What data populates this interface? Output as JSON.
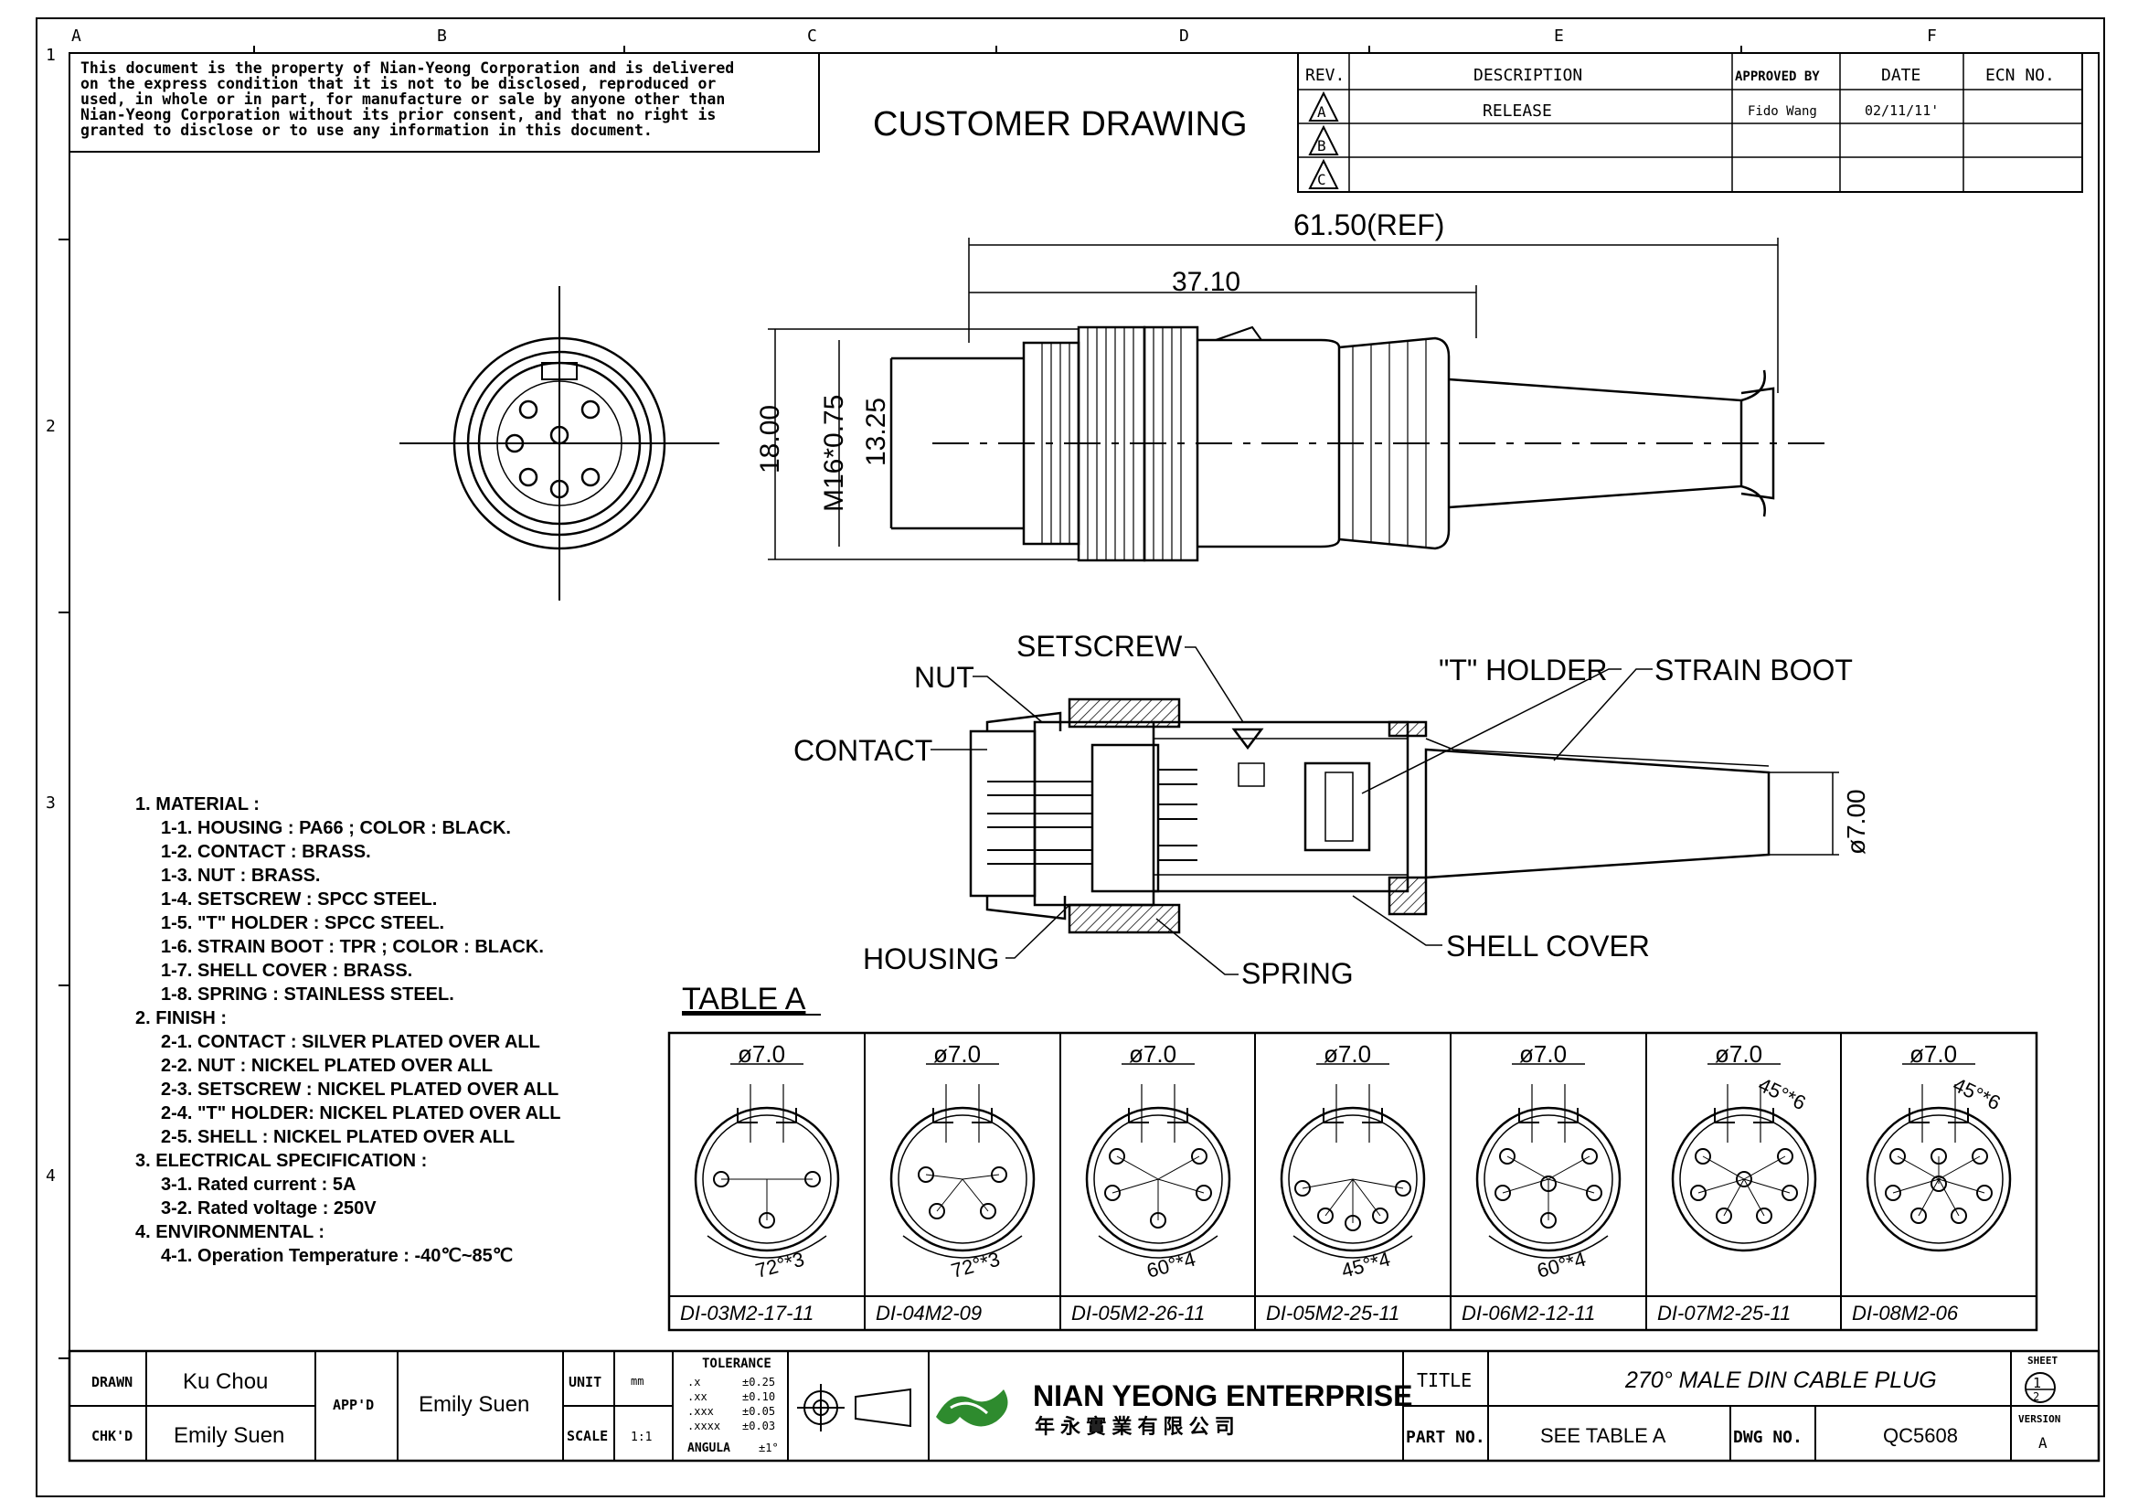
{
  "zone_columns": [
    "A",
    "B",
    "C",
    "D",
    "E",
    "F"
  ],
  "zone_rows": [
    "1",
    "2",
    "3",
    "4"
  ],
  "notice": [
    "This document is the property of Nian-Yeong Corporation and is delivered",
    "on  the  express condition that it is not to be disclosed, reproduced or",
    "used, in whole or in part, for manufacture or sale by anyone other than",
    "Nian-Yeong Corporation without  its prior consent, and that  no right  is",
    "granted to disclose or to use any information in this  document."
  ],
  "heading": "CUSTOMER DRAWING",
  "revision_table": {
    "headers": [
      "REV.",
      "DESCRIPTION",
      "APPROVED BY",
      "DATE",
      "ECN NO."
    ],
    "rows": [
      {
        "rev": "A",
        "description": "RELEASE",
        "approved_by": "Fido Wang",
        "date": "02/11/11'",
        "ecn": ""
      },
      {
        "rev": "B",
        "description": "",
        "approved_by": "",
        "date": "",
        "ecn": ""
      },
      {
        "rev": "C",
        "description": "",
        "approved_by": "",
        "date": "",
        "ecn": ""
      }
    ]
  },
  "dimensions": {
    "overall": "61.50(REF)",
    "partial": "37.10",
    "diameter": "18.00",
    "thread": "M16*0.75",
    "inner": "13.25",
    "cable": "ø7.00"
  },
  "callouts": {
    "setscrew": "SETSCREW",
    "nut": "NUT",
    "t_holder": "\"T\" HOLDER",
    "strain_boot": "STRAIN BOOT",
    "contact": "CONTACT",
    "housing": "HOUSING",
    "spring": "SPRING",
    "shell_cover": "SHELL COVER"
  },
  "notes": [
    "1. MATERIAL :",
    "1-1. HOUSING : PA66 ; COLOR : BLACK.",
    "1-2. CONTACT : BRASS.",
    "1-3. NUT : BRASS.",
    "1-4. SETSCREW : SPCC STEEL.",
    "1-5. \"T\" HOLDER : SPCC STEEL.",
    "1-6. STRAIN BOOT : TPR ; COLOR : BLACK.",
    "1-7. SHELL COVER : BRASS.",
    "1-8. SPRING : STAINLESS STEEL.",
    "2. FINISH :",
    "2-1. CONTACT : SILVER PLATED OVER ALL",
    "2-2. NUT : NICKEL PLATED OVER ALL",
    "2-3. SETSCREW : NICKEL PLATED OVER ALL",
    "2-4. \"T\" HOLDER: NICKEL PLATED OVER ALL",
    "2-5. SHELL : NICKEL PLATED OVER ALL",
    "3. ELECTRICAL SPECIFICATION :",
    "3-1. Rated current : 5A",
    "3-2. Rated voltage : 250V",
    "4. ENVIRONMENTAL :",
    "4-1. Operation Temperature : -40℃~85℃"
  ],
  "table_a": {
    "title": "TABLE A",
    "cells": [
      {
        "dia": "ø7.0",
        "angle": "",
        "spread": "72°*3",
        "part": "DI-03M2-17-11"
      },
      {
        "dia": "ø7.0",
        "angle": "",
        "spread": "72°*3",
        "part": "DI-04M2-09"
      },
      {
        "dia": "ø7.0",
        "angle": "",
        "spread": "60°*4",
        "part": "DI-05M2-26-11"
      },
      {
        "dia": "ø7.0",
        "angle": "",
        "spread": "45°*4",
        "part": "DI-05M2-25-11"
      },
      {
        "dia": "ø7.0",
        "angle": "",
        "spread": "60°*4",
        "part": "DI-06M2-12-11"
      },
      {
        "dia": "ø7.0",
        "angle": "45°*6",
        "spread": "",
        "part": "DI-07M2-25-11"
      },
      {
        "dia": "ø7.0",
        "angle": "45°*6",
        "spread": "",
        "part": "DI-08M2-06"
      }
    ]
  },
  "title_block": {
    "drawn_label": "DRAWN",
    "drawn": "Ku Chou",
    "chkd_label": "CHK'D",
    "chkd": "Emily Suen",
    "appd_label": "APP'D",
    "appd": "Emily Suen",
    "unit_label": "UNIT",
    "unit": "mm",
    "scale_label": "SCALE",
    "scale": "1:1",
    "tolerance_label": "TOLERANCE",
    "tolerances": [
      {
        "k": ".x",
        "v": "±0.25"
      },
      {
        "k": ".xx",
        "v": "±0.10"
      },
      {
        "k": ".xxx",
        "v": "±0.05"
      },
      {
        "k": ".xxxx",
        "v": "±0.03"
      },
      {
        "k": "ANGULA",
        "v": "±1°"
      }
    ],
    "company": "NIAN YEONG ENTERPRISE",
    "company_cn": "年 永 實 業 有 限 公 司",
    "title_label": "TITLE",
    "title": "270° MALE DIN CABLE PLUG",
    "part_label": "PART NO.",
    "part": "SEE TABLE A",
    "dwg_label": "DWG NO.",
    "dwg": "QC5608",
    "sheet_label": "SHEET",
    "sheet_num": "1",
    "sheet_den": "2",
    "version_label": "VERSION",
    "version": "A"
  },
  "colors": {
    "logo_green": "#2e8b2e",
    "ink": "#000000"
  }
}
